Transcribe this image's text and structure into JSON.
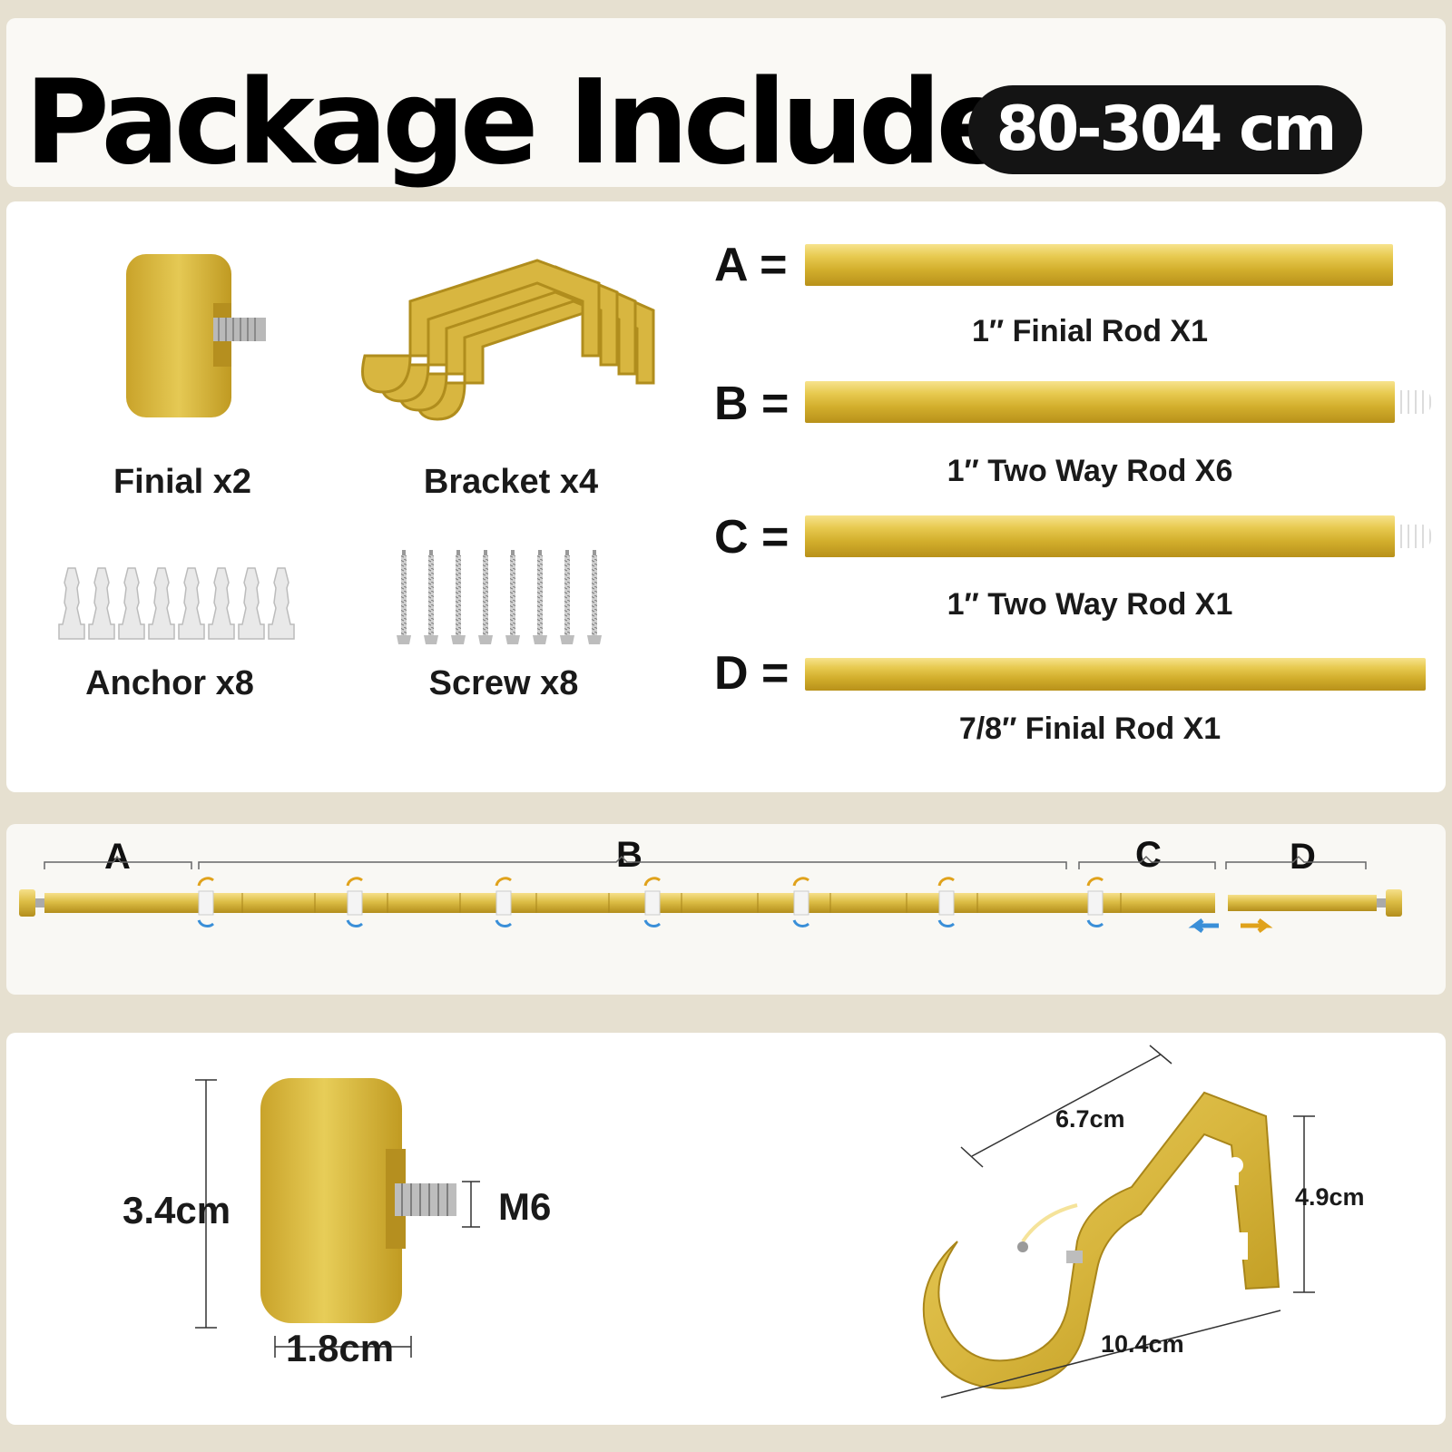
{
  "header": {
    "title": "Package Include",
    "size_badge": "80-304 cm"
  },
  "parts": [
    {
      "label": "Finial x2",
      "icon": "finial-icon"
    },
    {
      "label": "Bracket x4",
      "icon": "bracket-icon"
    },
    {
      "label": "Anchor x8",
      "icon": "anchor-icon"
    },
    {
      "label": "Screw x8",
      "icon": "screw-icon"
    }
  ],
  "rods": [
    {
      "letter": "A =",
      "label": "1″ Finial Rod X1"
    },
    {
      "letter": "B =",
      "label": "1″ Two Way Rod X6"
    },
    {
      "letter": "C =",
      "label": "1″ Two Way Rod X1"
    },
    {
      "letter": "D =",
      "label": "7/8″ Finial Rod X1"
    }
  ],
  "assembly": {
    "segments": [
      "A",
      "B",
      "C",
      "D"
    ]
  },
  "dimensions": {
    "finial_height": "3.4cm",
    "finial_thread": "M6",
    "finial_depth": "1.8cm",
    "bracket_width": "6.7cm",
    "bracket_height": "4.9cm",
    "bracket_length": "10.4cm"
  },
  "colors": {
    "gold": "#d9b53a",
    "background": "#e6e0d0",
    "badge": "#141414"
  }
}
